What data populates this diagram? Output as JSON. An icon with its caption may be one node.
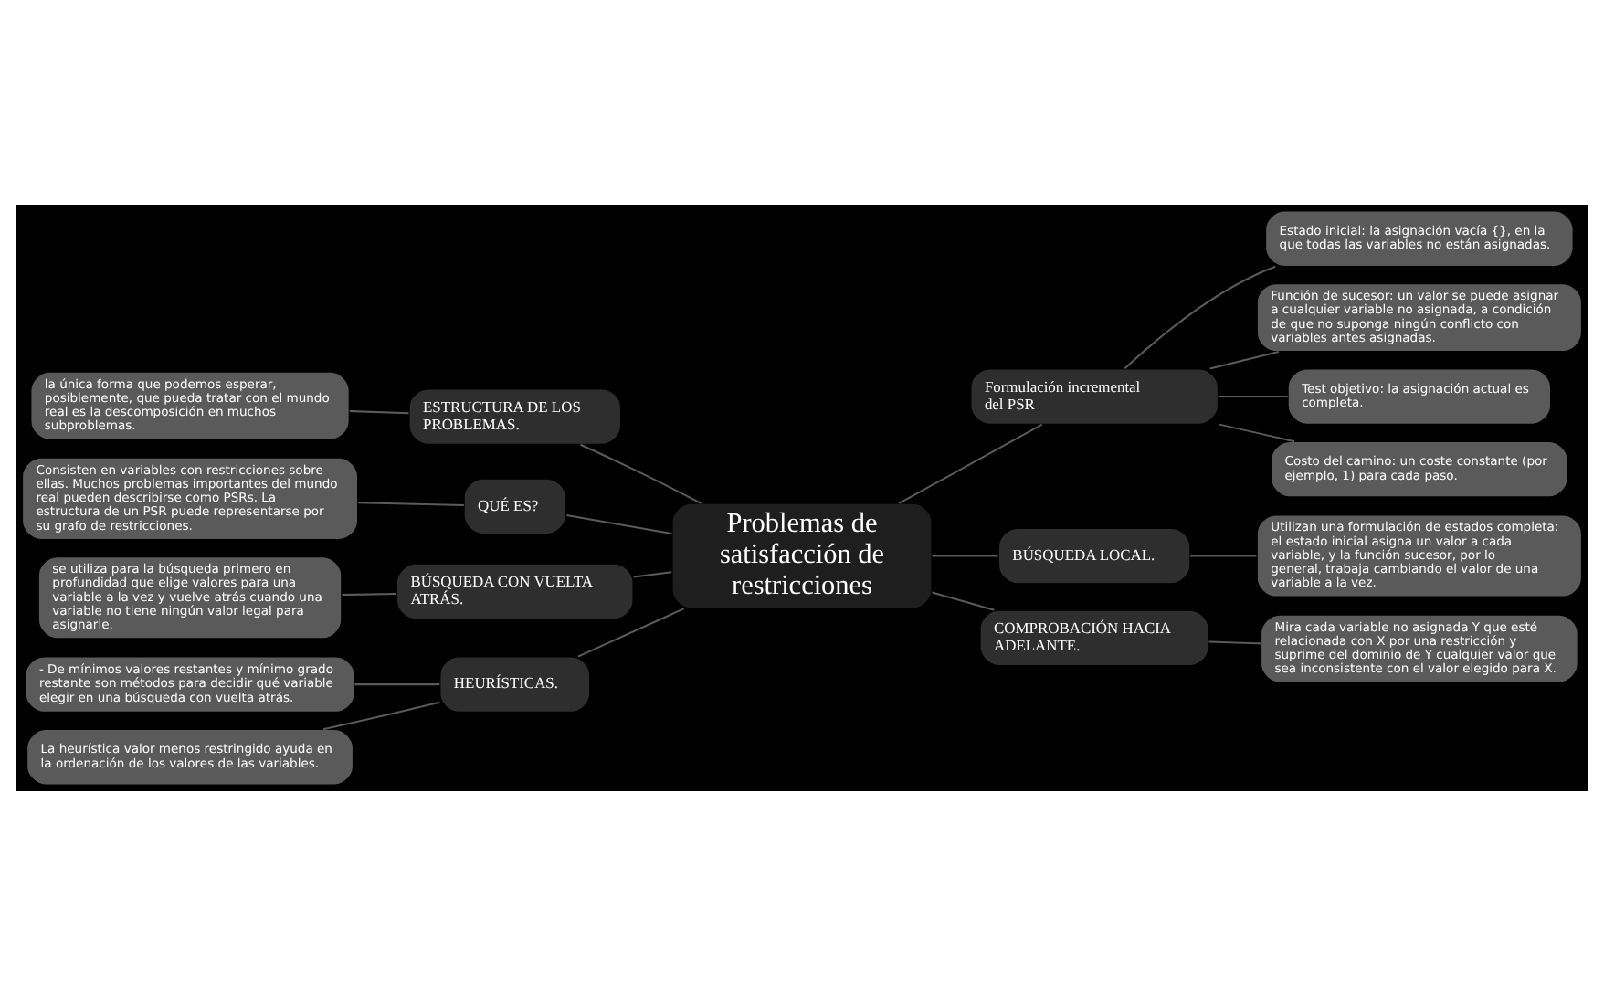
{
  "diagram": {
    "nodes": [
      {
        "text": [
          "Problemas de satisfacción de restricciones"
        ]
      },
      {
        "text": [
          "ESTRUCTURA DE LOS PROBLEMAS."
        ]
      },
      {
        "text": [
          "la única forma que podemos esperar, posiblemente, que pueda tratar con el mundo real es la descomposición en muchos subproblemas."
        ]
      },
      {
        "text": [
          "QUÉ ES?"
        ]
      },
      {
        "text": [
          "Consisten en variables con restricciones sobre ellas. Muchos problemas importantes del mundo real pueden describirse como PSRs. La estructura de un PSR puede representarse por su grafo de restricciones."
        ]
      },
      {
        "text": [
          "BÚSQUEDA CON VUELTA ATRÁS."
        ]
      },
      {
        "text": [
          "se utiliza para la búsqueda primero en profundidad que elige valores para una variable a la vez y vuelve atrás cuando una variable no tiene ningún valor legal para asignarle."
        ]
      },
      {
        "text": [
          "HEURÍSTICAS."
        ]
      },
      {
        "text": [
          "- De mínimos valores restantes y mínimo grado restante son métodos para decidir qué variable elegir en una búsqueda con vuelta atrás."
        ]
      },
      {
        "text": [
          "La heurística valor menos restringido ayuda en la ordenación de los valores de las variables."
        ]
      },
      {
        "text": [
          "Formulación incremental del PSR"
        ]
      },
      {
        "text": [
          "Estado inicial: la asignación vacía {}, en la que todas las variables no están asignadas."
        ]
      },
      {
        "text": [
          "Función de sucesor: un valor se puede asignar a cualquier variable no asignada, a condición de que no suponga ningún conflicto con variables antes asignadas."
        ]
      },
      {
        "text": [
          "Test objetivo: la asignación actual es completa."
        ]
      },
      {
        "text": [
          "Costo del camino: un coste constante (por ejemplo, 1) para cada paso."
        ]
      },
      {
        "text": [
          "BÚSQUEDA LOCAL."
        ]
      },
      {
        "text": [
          "Utilizan una formulación de estados completa: el estado inicial asigna un valor a cada variable, y la función sucesor, por lo general, trabaja cambiando el valor de una variable a la vez."
        ]
      },
      {
        "text": [
          "COMPROBACIÓN HACIA ADELANTE."
        ]
      },
      {
        "text": [
          "Mira cada variable no asignada Y que esté relacionada con X por una restricción y suprime del dominio de Y cualquier valor que sea inconsistente con el valor elegido para X."
        ]
      }
    ],
    "edges": [
      {
        "from": 2,
        "to": 1,
        "arrow": "none"
      },
      {
        "from": 1,
        "to": 0,
        "arrow": "none"
      },
      {
        "from": 4,
        "to": 3,
        "arrow": "none"
      },
      {
        "from": 3,
        "to": 0,
        "arrow": "none"
      },
      {
        "from": 6,
        "to": 5,
        "arrow": "none"
      },
      {
        "from": 5,
        "to": 0,
        "arrow": "none"
      },
      {
        "from": 8,
        "to": 7,
        "arrow": "none"
      },
      {
        "from": 9,
        "to": 7,
        "arrow": "none"
      },
      {
        "from": 7,
        "to": 0,
        "arrow": "none"
      },
      {
        "from": 0,
        "to": 10,
        "arrow": "none"
      },
      {
        "from": 10,
        "to": 11,
        "arrow": "none"
      },
      {
        "from": 10,
        "to": 12,
        "arrow": "none"
      },
      {
        "from": 10,
        "to": 13,
        "arrow": "none"
      },
      {
        "from": 10,
        "to": 14,
        "arrow": "none"
      },
      {
        "from": 0,
        "to": 15,
        "arrow": "none"
      },
      {
        "from": 15,
        "to": 16,
        "arrow": "none"
      },
      {
        "from": 0,
        "to": 17,
        "arrow": "none"
      },
      {
        "from": 17,
        "to": 18,
        "arrow": "none"
      }
    ]
  }
}
